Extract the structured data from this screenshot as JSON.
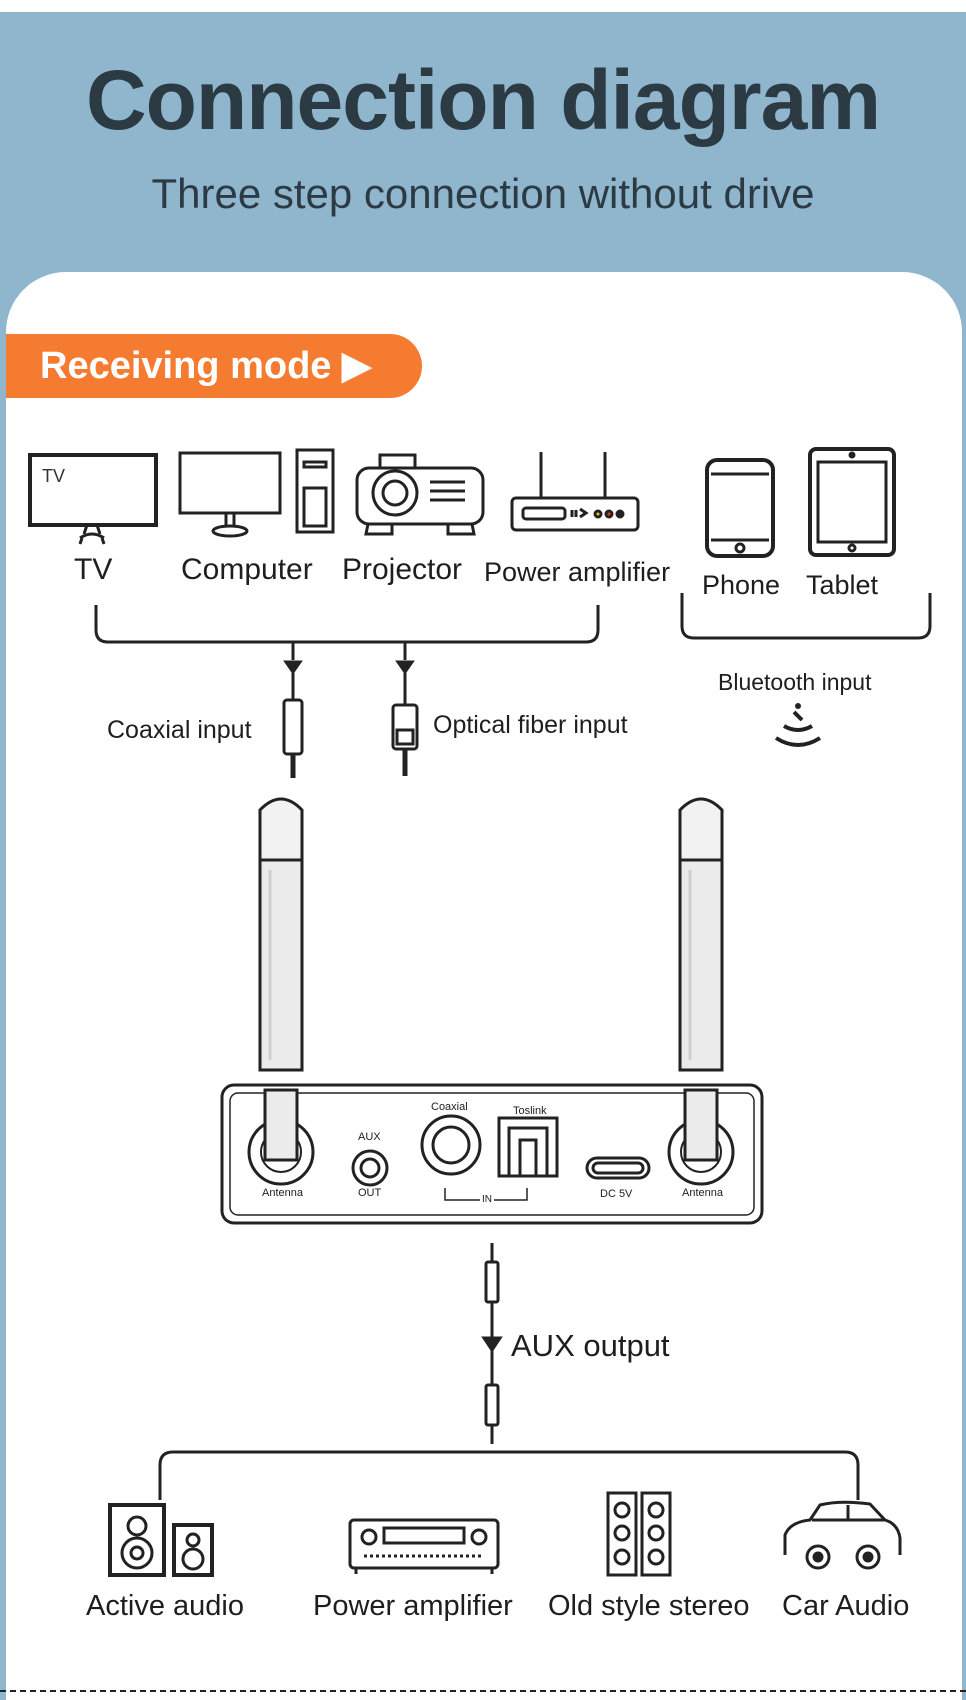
{
  "title": "Connection diagram",
  "subtitle": "Three step connection without drive",
  "mode_badge": "Receiving mode ▶",
  "sources": {
    "tv": "TV",
    "tv_screen_text": "TV",
    "computer": "Computer",
    "projector": "Projector",
    "power_amplifier": "Power amplifier",
    "phone": "Phone",
    "tablet": "Tablet"
  },
  "inputs": {
    "coaxial": "Coaxial input",
    "optical": "Optical fiber input",
    "bluetooth": "Bluetooth input"
  },
  "device_panel": {
    "antenna_left": "Antenna",
    "aux_top": "AUX",
    "aux_bottom": "OUT",
    "coaxial": "Coaxial",
    "toslink": "Toslink",
    "in": "IN",
    "dc": "DC 5V",
    "antenna_right": "Antenna"
  },
  "aux_output": "AUX output",
  "outputs": {
    "active_audio": "Active audio",
    "power_amplifier": "Power amplifier",
    "old_style_stereo": "Old style stereo",
    "car_audio": "Car Audio"
  },
  "colors": {
    "header_bg": "#8fb6cd",
    "badge_bg": "#f47b2f",
    "title_text": "#2c3a44"
  }
}
